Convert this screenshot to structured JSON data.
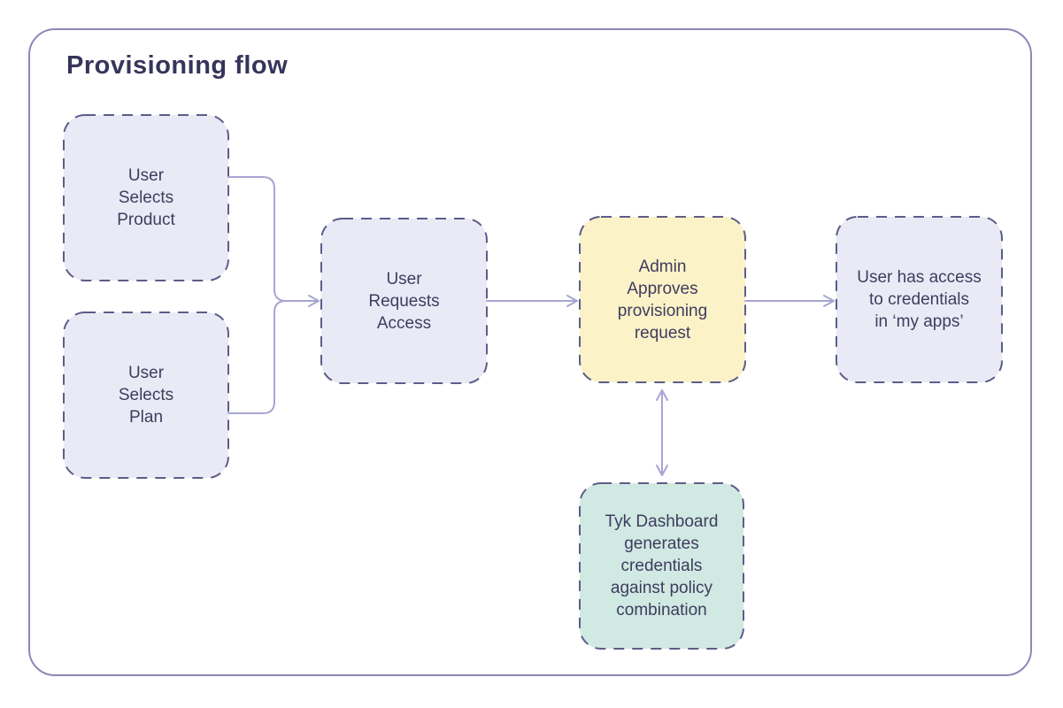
{
  "title": "Provisioning flow",
  "colors": {
    "outer_border": "#8b89b8",
    "node_border": "#5e5c88",
    "connector": "#a8a5d3",
    "title_text": "#37345b",
    "node_text": "#3f3c5e",
    "lavender_fill": "#eaeaf6",
    "yellow_fill": "#fbf2c7",
    "teal_fill": "#d0e9e3",
    "background": "#ffffff"
  },
  "nodes": [
    {
      "id": "user-selects-product",
      "label": "User\nSelects\nProduct",
      "fill": "lavender"
    },
    {
      "id": "user-selects-plan",
      "label": "User\nSelects\nPlan",
      "fill": "lavender"
    },
    {
      "id": "user-requests-access",
      "label": "User\nRequests\nAccess",
      "fill": "lavender"
    },
    {
      "id": "admin-approves",
      "label": "Admin\nApproves\nprovisioning\nrequest",
      "fill": "yellow"
    },
    {
      "id": "user-has-access",
      "label": "User has access\nto credentials\nin ‘my apps’",
      "fill": "lavender"
    },
    {
      "id": "tyk-dashboard",
      "label": "Tyk Dashboard\ngenerates\ncredentials\nagainst policy\ncombination",
      "fill": "teal"
    }
  ],
  "connectors": [
    {
      "id": "product-to-junction",
      "type": "elbow"
    },
    {
      "id": "plan-to-junction",
      "type": "elbow"
    },
    {
      "id": "junction-to-requests-access",
      "type": "arrow"
    },
    {
      "id": "requests-access-to-admin",
      "type": "arrow"
    },
    {
      "id": "admin-to-has-access",
      "type": "arrow"
    },
    {
      "id": "admin-to-tyk-dashboard",
      "type": "double-arrow"
    }
  ]
}
